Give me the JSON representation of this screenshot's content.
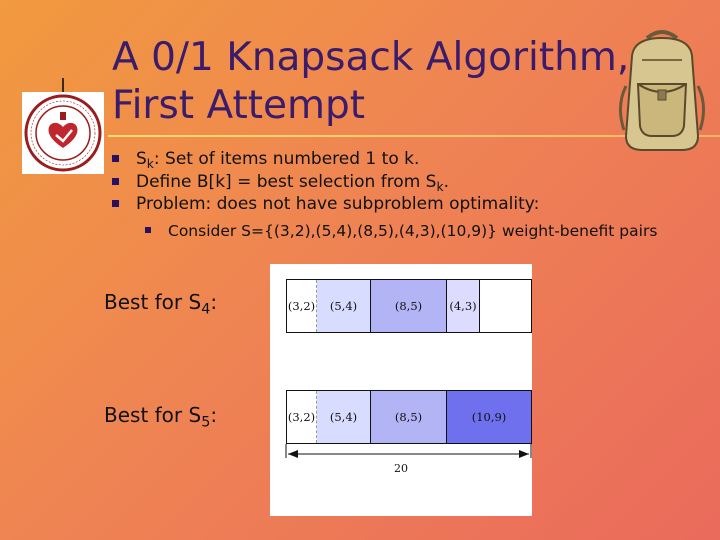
{
  "title_line1": "A 0/1 Knapsack Algorithm,",
  "title_line2": "First Attempt",
  "bullets": [
    {
      "pre": "S",
      "sub": "k",
      "post": ": Set of items numbered 1 to k."
    },
    {
      "pre": "Define B[k] = best selection from S",
      "sub": "k",
      "post": "."
    },
    {
      "pre": "Problem: does not have subproblem optimality:",
      "sub": "",
      "post": ""
    }
  ],
  "sub_bullet": "Consider S={(3,2),(5,4),(8,5),(4,3),(10,9)} weight-benefit pairs",
  "best_s4": {
    "pre": "Best for S",
    "sub": "4",
    "post": ":"
  },
  "best_s5": {
    "pre": "Best for S",
    "sub": "5",
    "post": ":"
  },
  "figure": {
    "row1": [
      "(3,2)",
      "(5,4)",
      "(8,5)",
      "(4,3)"
    ],
    "row2": [
      "(3,2)",
      "(5,4)",
      "(8,5)",
      "(10,9)"
    ],
    "capacity_label": "20"
  },
  "colors": {
    "title": "#3a1c6b",
    "bullet": "#2a1060"
  }
}
